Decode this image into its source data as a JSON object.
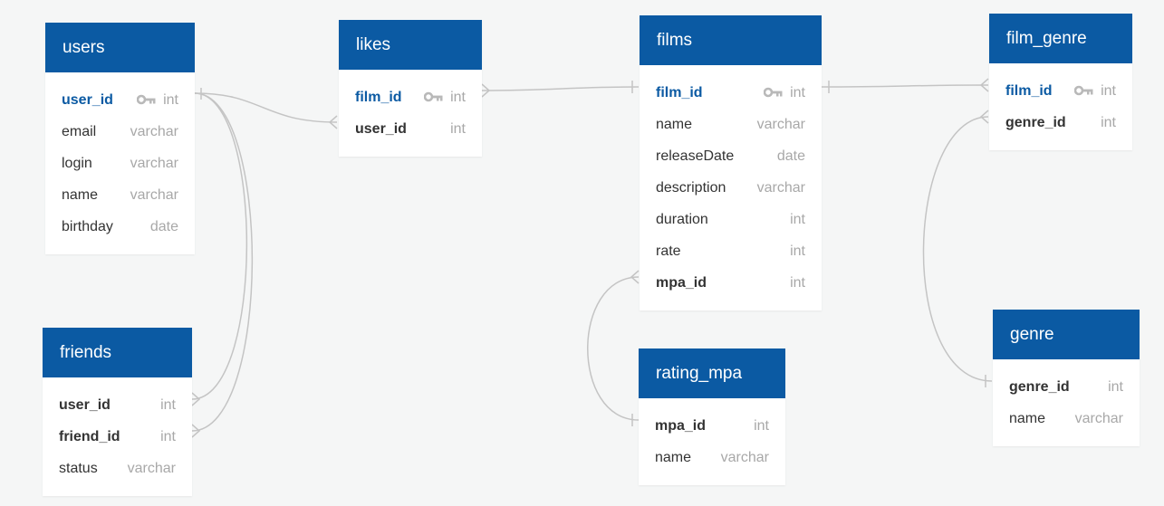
{
  "colors": {
    "header": "#0b5aa3",
    "primary_key_text": "#0b5aa3",
    "type_text": "#a8a8a8",
    "connector": "#c4c4c4",
    "background": "#f5f6f6"
  },
  "tables": {
    "users": {
      "title": "users",
      "fields": [
        {
          "name": "user_id",
          "type": "int",
          "pk": true
        },
        {
          "name": "email",
          "type": "varchar"
        },
        {
          "name": "login",
          "type": "varchar"
        },
        {
          "name": "name",
          "type": "varchar"
        },
        {
          "name": "birthday",
          "type": "date"
        }
      ]
    },
    "friends": {
      "title": "friends",
      "fields": [
        {
          "name": "user_id",
          "type": "int",
          "fk": true
        },
        {
          "name": "friend_id",
          "type": "int",
          "fk": true
        },
        {
          "name": "status",
          "type": "varchar"
        }
      ]
    },
    "likes": {
      "title": "likes",
      "fields": [
        {
          "name": "film_id",
          "type": "int",
          "pk": true
        },
        {
          "name": "user_id",
          "type": "int",
          "fk": true
        }
      ]
    },
    "films": {
      "title": "films",
      "fields": [
        {
          "name": "film_id",
          "type": "int",
          "pk": true
        },
        {
          "name": "name",
          "type": "varchar"
        },
        {
          "name": "releaseDate",
          "type": "date"
        },
        {
          "name": "description",
          "type": "varchar"
        },
        {
          "name": "duration",
          "type": "int"
        },
        {
          "name": "rate",
          "type": "int"
        },
        {
          "name": "mpa_id",
          "type": "int",
          "fk": true
        }
      ]
    },
    "rating_mpa": {
      "title": "rating_mpa",
      "fields": [
        {
          "name": "mpa_id",
          "type": "int",
          "fk": true
        },
        {
          "name": "name",
          "type": "varchar"
        }
      ]
    },
    "film_genre": {
      "title": "film_genre",
      "fields": [
        {
          "name": "film_id",
          "type": "int",
          "pk": true
        },
        {
          "name": "genre_id",
          "type": "int",
          "fk": true
        }
      ]
    },
    "genre": {
      "title": "genre",
      "fields": [
        {
          "name": "genre_id",
          "type": "int",
          "fk": true
        },
        {
          "name": "name",
          "type": "varchar"
        }
      ]
    }
  },
  "icons": {
    "primary_key": "key-icon",
    "one_marker": "one-cardinality-icon",
    "many_marker": "crow-foot-icon"
  }
}
